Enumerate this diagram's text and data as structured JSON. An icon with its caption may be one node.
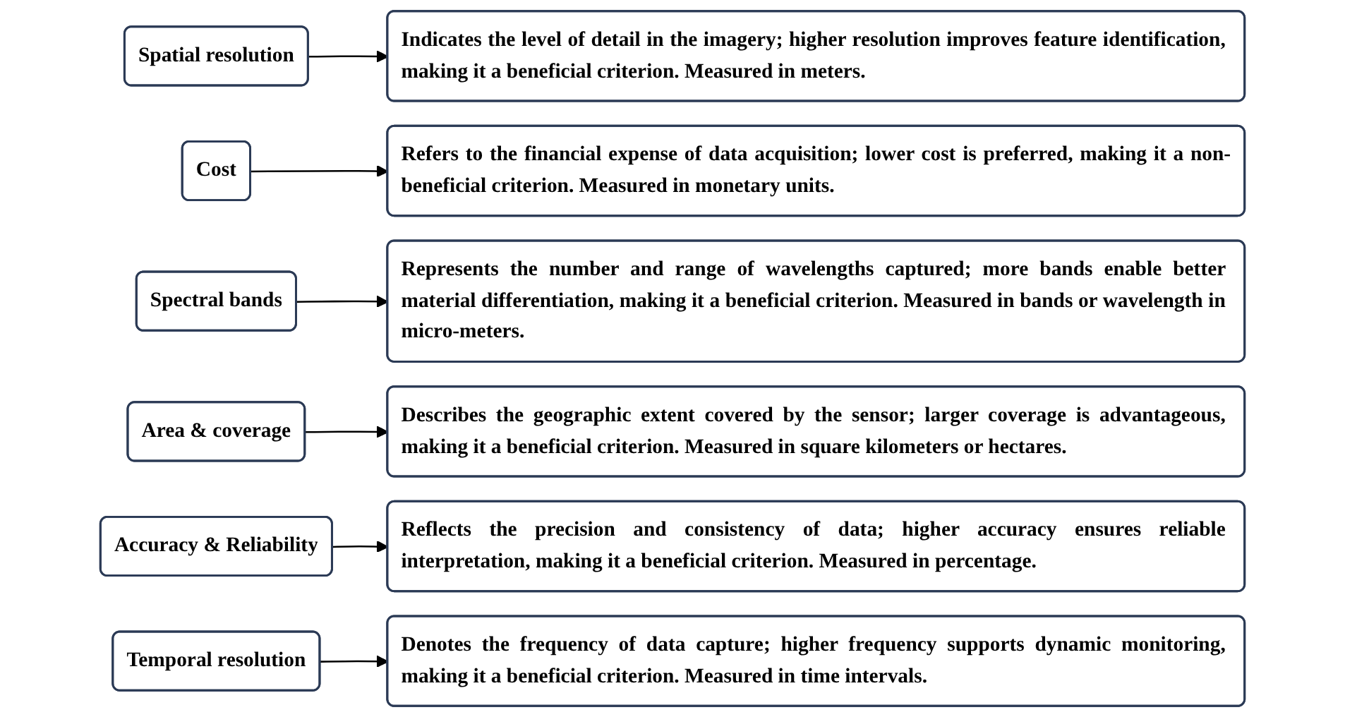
{
  "diagram": {
    "nodes": [
      {
        "text": [
          "Spatial resolution"
        ]
      },
      {
        "text": [
          "Indicates the level of detail in the imagery; higher resolution improves feature identification, making it a beneficial criterion. Measured in meters."
        ]
      },
      {
        "text": [
          "Cost"
        ]
      },
      {
        "text": [
          "Refers to the financial expense of data acquisition; lower cost is preferred, making it a non-beneficial criterion. Measured in monetary units."
        ]
      },
      {
        "text": [
          "Spectral bands"
        ]
      },
      {
        "text": [
          "Represents the number and range of wavelengths captured; more bands enable better material differentiation, making it a beneficial criterion. Measured in bands or wavelength in micro-meters."
        ]
      },
      {
        "text": [
          "Area & coverage"
        ]
      },
      {
        "text": [
          "Describes the geographic extent covered by the sensor; larger coverage is advantageous, making it a beneficial criterion. Measured in square kilometers or hectares."
        ]
      },
      {
        "text": [
          "Accuracy & Reliability"
        ]
      },
      {
        "text": [
          "Reflects the precision and consistency of data; higher accuracy ensures reliable interpretation, making it a beneficial criterion. Measured in percentage."
        ]
      },
      {
        "text": [
          "Temporal resolution"
        ]
      },
      {
        "text": [
          "Denotes the frequency of data capture; higher frequency supports dynamic monitoring, making it a beneficial criterion. Measured in time intervals."
        ]
      }
    ],
    "edges": [
      {
        "from": 0,
        "to": 1,
        "arrow": "to"
      },
      {
        "from": 2,
        "to": 3,
        "arrow": "to"
      },
      {
        "from": 4,
        "to": 5,
        "arrow": "to"
      },
      {
        "from": 6,
        "to": 7,
        "arrow": "to"
      },
      {
        "from": 8,
        "to": 9,
        "arrow": "to"
      },
      {
        "from": 10,
        "to": 11,
        "arrow": "to"
      }
    ]
  }
}
